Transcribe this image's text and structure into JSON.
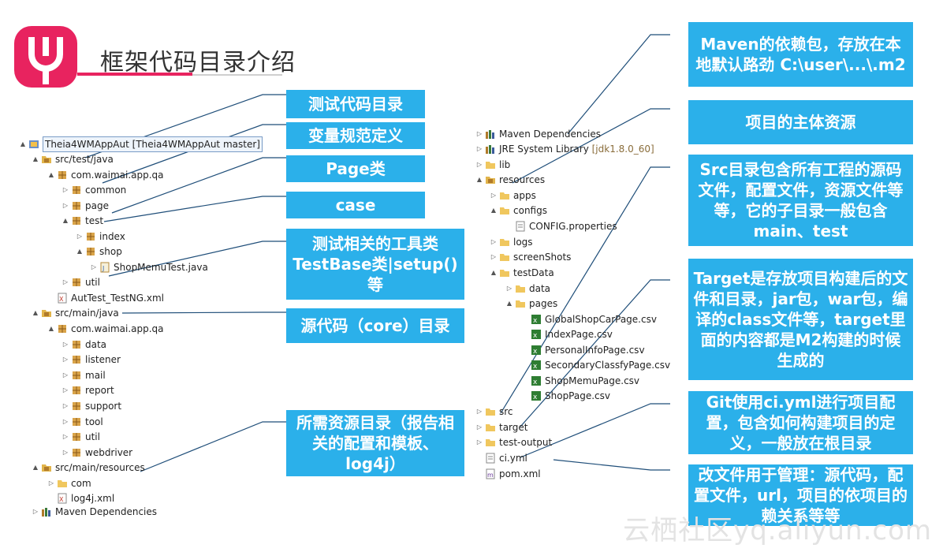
{
  "title": "框架代码目录介绍",
  "left_tree": [
    {
      "label": "Theia4WMAppAut [Theia4WMAppAut master]",
      "icon": "project",
      "twisty": "▲"
    },
    {
      "label": "src/test/java",
      "icon": "src-folder",
      "twisty": "▲"
    },
    {
      "label": "com.waimai.app.qa",
      "icon": "package",
      "twisty": "▲"
    },
    {
      "label": "common",
      "icon": "package",
      "twisty": "▷"
    },
    {
      "label": "page",
      "icon": "package",
      "twisty": "▷"
    },
    {
      "label": "test",
      "icon": "package",
      "twisty": "▲"
    },
    {
      "label": "index",
      "icon": "package",
      "twisty": "▷"
    },
    {
      "label": "shop",
      "icon": "package",
      "twisty": "▲"
    },
    {
      "label": "ShopMemuTest.java",
      "icon": "java-file",
      "twisty": "▷"
    },
    {
      "label": "util",
      "icon": "package",
      "twisty": "▷"
    },
    {
      "label": "AutTest_TestNG.xml",
      "icon": "xml-file",
      "twisty": ""
    },
    {
      "label": "src/main/java",
      "icon": "src-folder",
      "twisty": "▲"
    },
    {
      "label": "com.waimai.app.qa",
      "icon": "package",
      "twisty": "▲"
    },
    {
      "label": "data",
      "icon": "package",
      "twisty": "▷"
    },
    {
      "label": "listener",
      "icon": "package",
      "twisty": "▷"
    },
    {
      "label": "mail",
      "icon": "package",
      "twisty": "▷"
    },
    {
      "label": "report",
      "icon": "package",
      "twisty": "▷"
    },
    {
      "label": "support",
      "icon": "package",
      "twisty": "▷"
    },
    {
      "label": "tool",
      "icon": "package",
      "twisty": "▷"
    },
    {
      "label": "util",
      "icon": "package",
      "twisty": "▷"
    },
    {
      "label": "webdriver",
      "icon": "package",
      "twisty": "▷"
    },
    {
      "label": "src/main/resources",
      "icon": "src-folder",
      "twisty": "▲"
    },
    {
      "label": "com",
      "icon": "folder",
      "twisty": "▷"
    },
    {
      "label": "log4j.xml",
      "icon": "xml-file",
      "twisty": ""
    },
    {
      "label": "Maven Dependencies",
      "icon": "library",
      "twisty": "▷"
    }
  ],
  "right_tree": [
    {
      "label": "Maven Dependencies",
      "icon": "library",
      "twisty": "▷",
      "suffix": ""
    },
    {
      "label": "JRE System Library",
      "icon": "library",
      "twisty": "▷",
      "suffix": "[jdk1.8.0_60]"
    },
    {
      "label": "lib",
      "icon": "folder",
      "twisty": "▷",
      "suffix": ""
    },
    {
      "label": "resources",
      "icon": "folder",
      "twisty": "▲",
      "suffix": ""
    },
    {
      "label": "apps",
      "icon": "folder",
      "twisty": "▷",
      "suffix": ""
    },
    {
      "label": "configs",
      "icon": "folder",
      "twisty": "▲",
      "suffix": ""
    },
    {
      "label": "CONFIG.properties",
      "icon": "file",
      "twisty": "",
      "suffix": ""
    },
    {
      "label": "logs",
      "icon": "folder",
      "twisty": "▷",
      "suffix": ""
    },
    {
      "label": "screenShots",
      "icon": "folder",
      "twisty": "▷",
      "suffix": ""
    },
    {
      "label": "testData",
      "icon": "folder",
      "twisty": "▲",
      "suffix": ""
    },
    {
      "label": "data",
      "icon": "folder",
      "twisty": "▷",
      "suffix": ""
    },
    {
      "label": "pages",
      "icon": "folder",
      "twisty": "▲",
      "suffix": ""
    },
    {
      "label": "GlobalShopCarPage.csv",
      "icon": "csv-file",
      "twisty": "",
      "suffix": ""
    },
    {
      "label": "IndexPage.csv",
      "icon": "csv-file",
      "twisty": "",
      "suffix": ""
    },
    {
      "label": "PersonalInfoPage.csv",
      "icon": "csv-file",
      "twisty": "",
      "suffix": ""
    },
    {
      "label": "SecondaryClassfyPage.csv",
      "icon": "csv-file",
      "twisty": "",
      "suffix": ""
    },
    {
      "label": "ShopMemuPage.csv",
      "icon": "csv-file",
      "twisty": "",
      "suffix": ""
    },
    {
      "label": "ShopPage.csv",
      "icon": "csv-file",
      "twisty": "",
      "suffix": ""
    },
    {
      "label": "src",
      "icon": "folder",
      "twisty": "▷",
      "suffix": ""
    },
    {
      "label": "target",
      "icon": "folder",
      "twisty": "▷",
      "suffix": ""
    },
    {
      "label": "test-output",
      "icon": "folder",
      "twisty": "▷",
      "suffix": ""
    },
    {
      "label": "ci.yml",
      "icon": "file",
      "twisty": "",
      "suffix": ""
    },
    {
      "label": "pom.xml",
      "icon": "xml-file",
      "twisty": "",
      "suffix": ""
    }
  ],
  "callouts": [
    "测试代码目录",
    "变量规范定义",
    "Page类",
    "case",
    "测试相关的工具类\nTestBase类|setup()等",
    "源代码（core）目录",
    "所需资源目录（报告相关的配置和模板、log4j）",
    "Maven的依赖包，存放在本地默认路劲 C:\\user\\...\\.m2",
    "项目的主体资源",
    "Src目录包含所有工程的源码文件，配置文件，资源文件等等，它的子目录一般包含main、test",
    "Target是存放项目构建后的文件和目录，jar包，war包，编译的class文件等，target里面的内容都是M2构建的时候生成的",
    "Git使用ci.yml进行项目配置，包含如何构建项目的定义，一般放在根目录",
    "改文件用于管理：源代码，配置文件，url，项目的依项目的赖关系等等"
  ],
  "watermark": "云栖社区yq.aliyun.com",
  "colors": {
    "callout_bg": "#2bb0ea",
    "accent": "#e8235f",
    "line": "#1f4e79"
  }
}
